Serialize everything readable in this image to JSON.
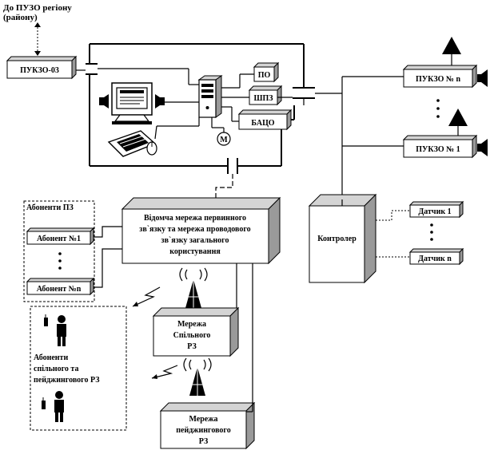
{
  "labels": {
    "top_target_line1": "До ПУЗО регіону",
    "top_target_line2": "(району)",
    "pukzo_03": "ПУКЗО-03",
    "po": "ПО",
    "shpz": "ШПЗ",
    "batso": "БАЦО",
    "m": "М",
    "pukzo_n": "ПУКЗО № n",
    "pukzo_1": "ПУКЗО № 1",
    "network_line1": "Відомча мережа первинного",
    "network_line2": "зв`язку та мережа проводового",
    "network_line3": "зв`язку загального",
    "network_line4": "користування",
    "controller": "Контролер",
    "sensor_1": "Датчик 1",
    "sensor_n": "Датчик n",
    "subscribers_group": "Абоненти ПЗ",
    "subscriber_1": "Абонент №1",
    "subscriber_n": "Абонент №n",
    "trunk_line1": "Мережа",
    "trunk_line2": "Спільного",
    "trunk_line3": "РЗ",
    "paging_line1": "Мережа",
    "paging_line2": "пейджингового",
    "paging_line3": "РЗ",
    "radio_subs_line1": "Абоненти",
    "radio_subs_line2": "спільного та",
    "radio_subs_line3": "пейджингового РЗ"
  },
  "colors": {
    "line": "#000000",
    "box_front": "#ffffff",
    "box_side": "#9a9a9a",
    "box_top": "#d4d4d4"
  },
  "icons": [
    "computer-monitor-icon",
    "speaker-icon",
    "computer-tower-icon",
    "keyboard-icon",
    "mouse-icon",
    "motor-icon",
    "horn-speaker-icon",
    "radio-tower-icon",
    "person-icon",
    "phone-icon",
    "lightning-icon"
  ]
}
